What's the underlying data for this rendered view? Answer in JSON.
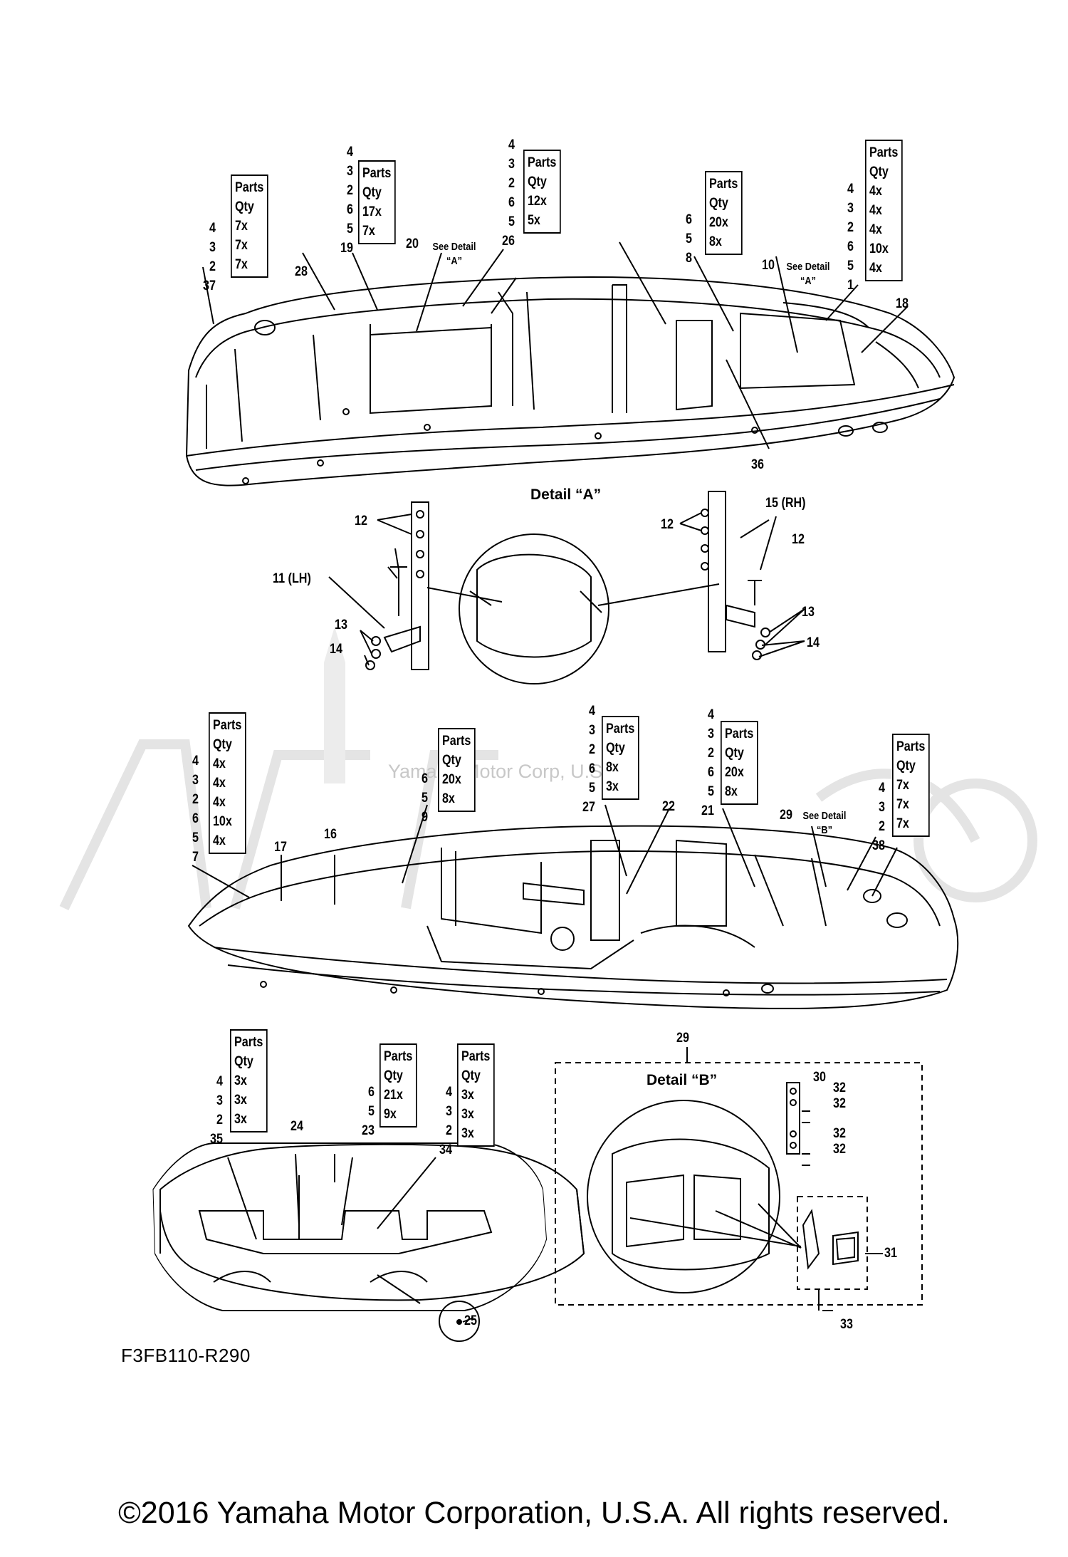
{
  "diagram": {
    "watermark_text": "Yamaha Motor Corp, U.S.A.",
    "drawing_code": "F3FB110-R290",
    "copyright": "©2016 Yamaha Motor Corporation, U.S.A. All rights reserved.",
    "detail_a_title": "Detail “A”",
    "detail_b_title": "Detail “B”",
    "parts_header": "Parts",
    "qty_header": "Qty",
    "see_detail_a": "See Detail “A”",
    "see_detail_b": "See Detail “B”"
  },
  "parts_tables": [
    {
      "id": "t1",
      "nums": [
        "4",
        "3",
        "2",
        "37"
      ],
      "qty": [
        "7x",
        "7x",
        "7x"
      ]
    },
    {
      "id": "t2",
      "nums": [
        "4",
        "3",
        "2",
        "6",
        "5",
        "19"
      ],
      "qty": [
        "17x",
        "7x"
      ]
    },
    {
      "id": "t3",
      "nums": [
        "4",
        "3",
        "2",
        "6",
        "5",
        "26"
      ],
      "qty": [
        "12x",
        "5x"
      ]
    },
    {
      "id": "t4",
      "nums": [
        "6",
        "5",
        "8"
      ],
      "qty": [
        "20x",
        "8x"
      ]
    },
    {
      "id": "t5",
      "nums": [
        "4",
        "3",
        "2",
        "6",
        "5",
        "1"
      ],
      "qty": [
        "4x",
        "4x",
        "4x",
        "10x",
        "4x"
      ]
    },
    {
      "id": "t6",
      "nums": [
        "4",
        "3",
        "2",
        "6",
        "5",
        "7"
      ],
      "qty": [
        "4x",
        "4x",
        "4x",
        "10x",
        "4x"
      ]
    },
    {
      "id": "t7",
      "nums": [
        "6",
        "5",
        "9"
      ],
      "qty": [
        "20x",
        "8x"
      ]
    },
    {
      "id": "t8",
      "nums": [
        "4",
        "3",
        "2",
        "6",
        "5",
        "27"
      ],
      "qty": [
        "8x",
        "3x"
      ]
    },
    {
      "id": "t9",
      "nums": [
        "4",
        "3",
        "2",
        "6",
        "5",
        "21"
      ],
      "qty": [
        "20x",
        "8x"
      ]
    },
    {
      "id": "t10",
      "nums": [
        "4",
        "3",
        "2",
        "38"
      ],
      "qty": [
        "7x",
        "7x",
        "7x"
      ]
    },
    {
      "id": "t11",
      "nums": [
        "4",
        "3",
        "2",
        "35"
      ],
      "qty": [
        "3x",
        "3x",
        "3x"
      ]
    },
    {
      "id": "t12",
      "nums": [
        "6",
        "5",
        "23"
      ],
      "qty": [
        "21x",
        "9x"
      ]
    },
    {
      "id": "t13",
      "nums": [
        "4",
        "3",
        "2",
        "34"
      ],
      "qty": [
        "3x",
        "3x",
        "3x"
      ]
    }
  ],
  "callouts": {
    "c28": "28",
    "c20": "20",
    "c10": "10",
    "c18": "18",
    "c36": "36",
    "c12a": "12",
    "c12b": "12",
    "c12c": "12",
    "c15": "15 (RH)",
    "c11": "11 (LH)",
    "c13a": "13",
    "c14a": "14",
    "c13b": "13",
    "c14b": "14",
    "c17": "17",
    "c16": "16",
    "c22": "22",
    "c29": "29",
    "c24": "24",
    "c25": "25",
    "c29b": "29",
    "c30": "30",
    "c32a": "32",
    "c32b": "32",
    "c32c": "32",
    "c32d": "32",
    "c31": "31",
    "c33": "33"
  }
}
